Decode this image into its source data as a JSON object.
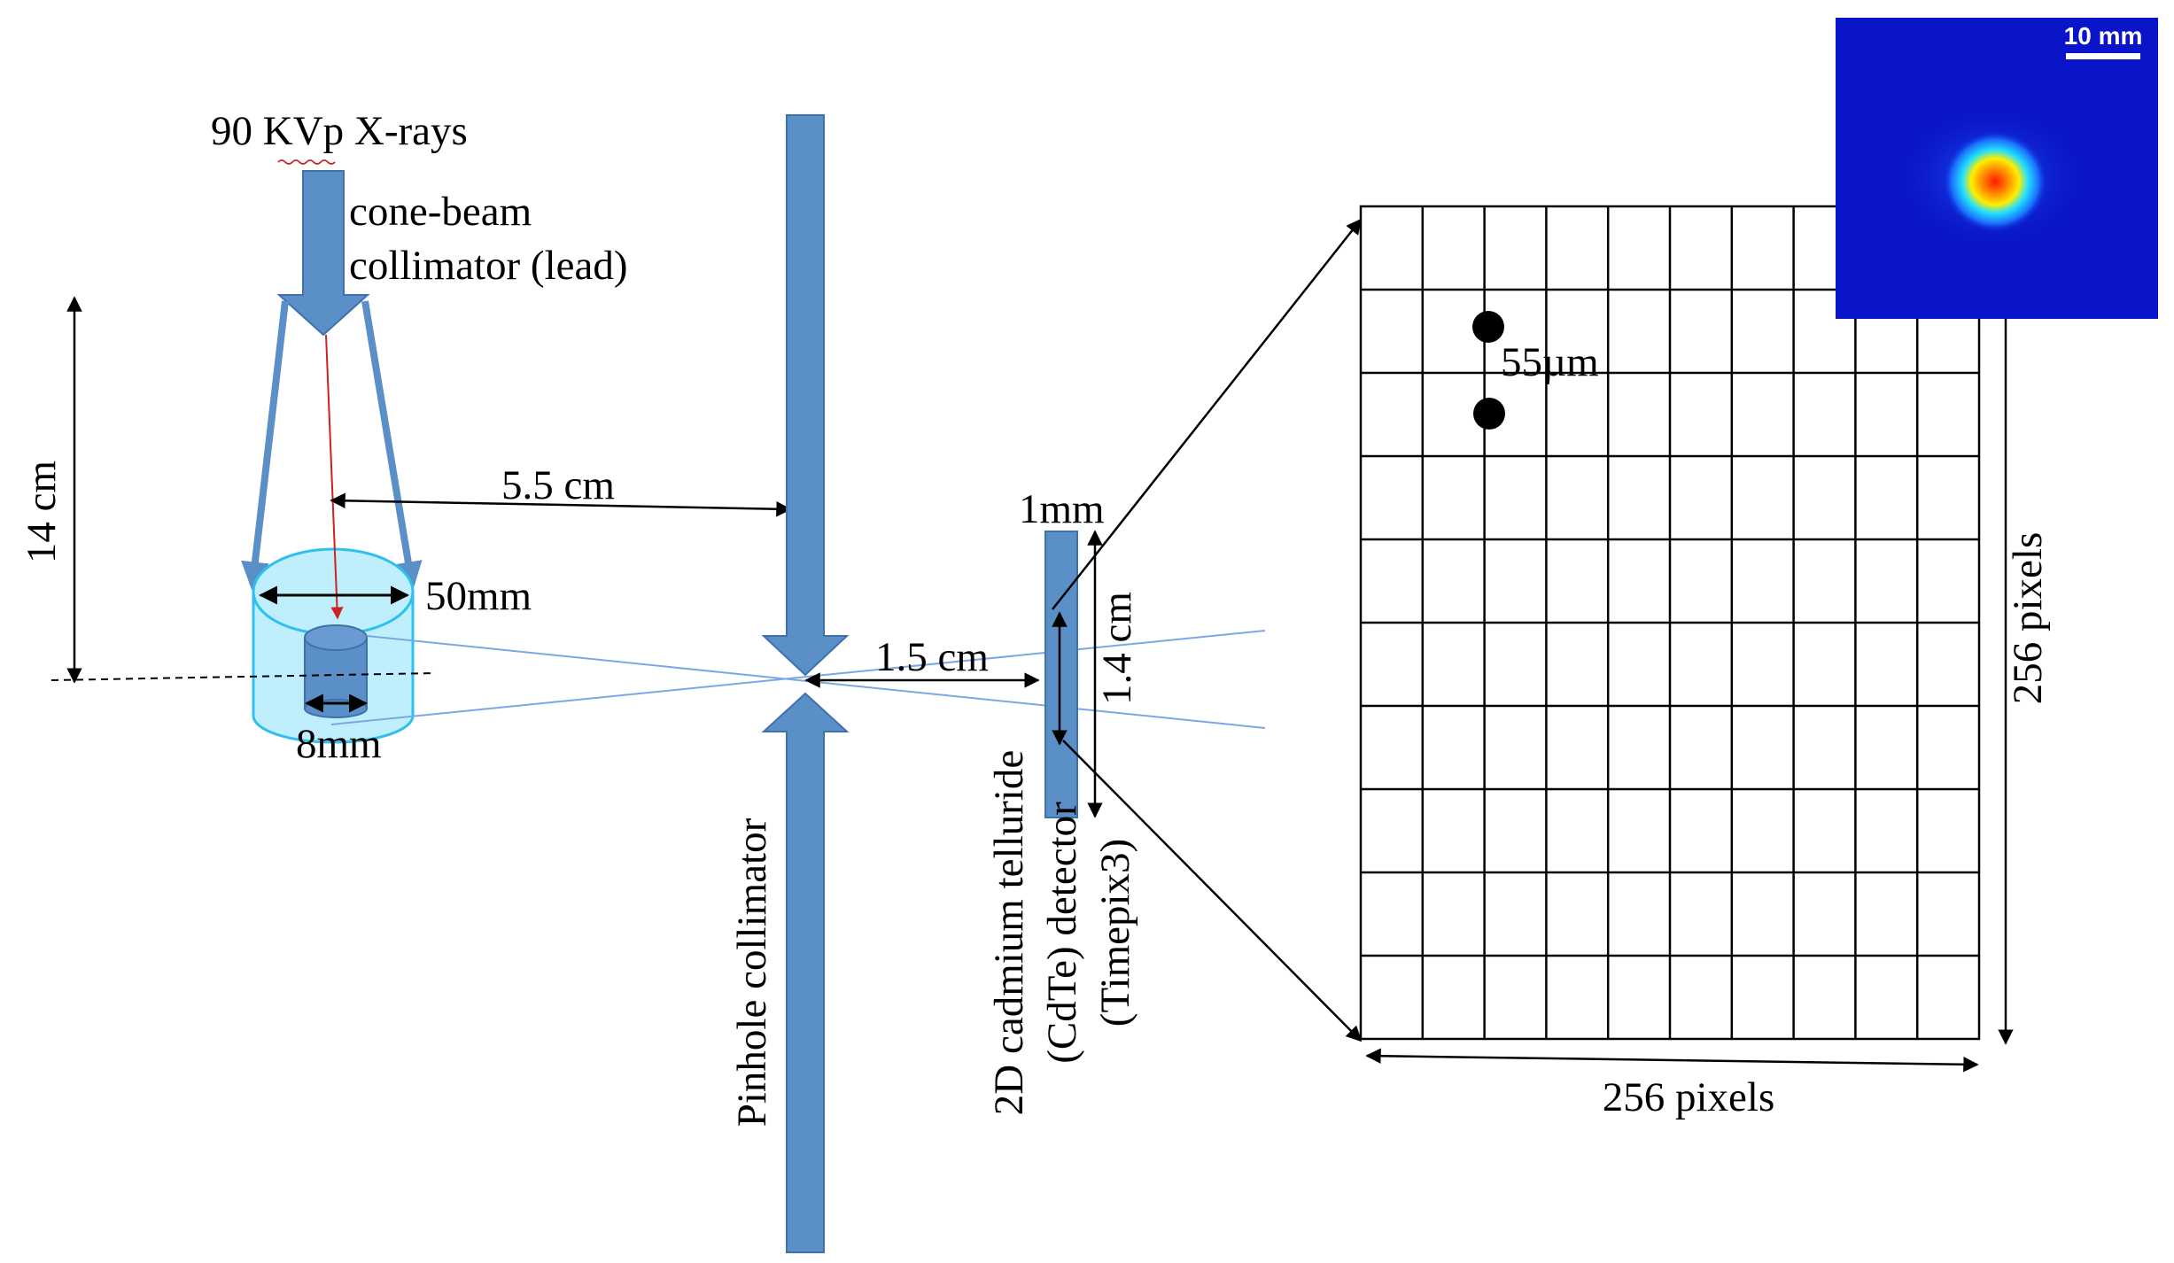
{
  "labels": {
    "source": "90 KVp X-rays",
    "collimator_line1": "cone-beam",
    "collimator_line2": "collimator (lead)",
    "height": "14 cm",
    "source_to_pinhole": "5.5 cm",
    "phantom_diameter": "50mm",
    "insert_diameter": "8mm",
    "pinhole_to_detector": "1.5 cm",
    "detector_thickness": "1mm",
    "detector_height": "1.4 cm",
    "pinhole_label": "Pinhole collimator",
    "detector_line1": "2D cadmium telluride",
    "detector_line2": "(CdTe) detector",
    "detector_line3": "(Timepix3)",
    "pixel_pitch": "55µm",
    "grid_width": "256 pixels",
    "grid_height": "256 pixels",
    "scale_bar": "10 mm"
  },
  "colors": {
    "beam_blue": "#5b8fc8",
    "beam_blue_edge": "#3f71ad",
    "phantom_fill": "#bfeefc",
    "phantom_edge": "#2fc0f0",
    "ray_line": "#7aa8e0",
    "center_ray": "#d02020",
    "inset_bg": "#0a14c8"
  }
}
